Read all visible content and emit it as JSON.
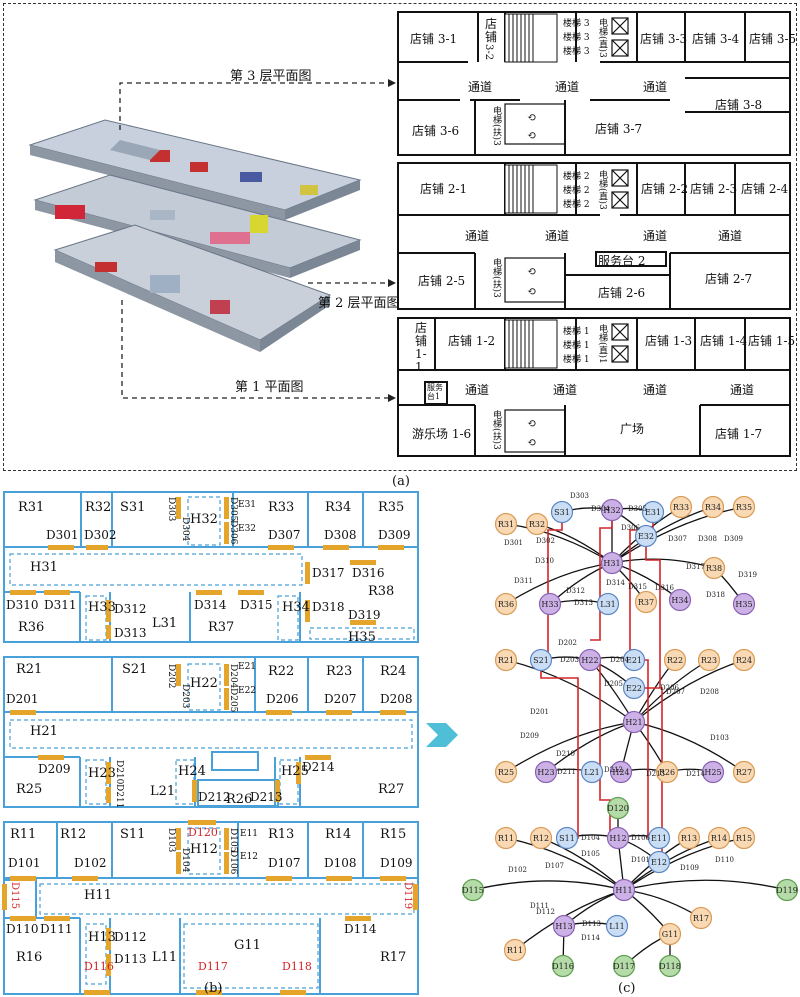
{
  "panel_a": {
    "caption": "(a)",
    "floor3_label": "第 3 层平面图",
    "floor2_label": "第 2 层平面图",
    "floor1_label": "第 1 平面图",
    "floor3": {
      "shops": [
        "店铺 3-1",
        "店铺 3-3",
        "店铺 3-4",
        "店铺 3-5",
        "店铺 3-6",
        "店铺 3-7",
        "店铺 3-8"
      ],
      "shop32": [
        "店",
        "铺",
        "3-2"
      ],
      "corridor": "通道",
      "stair": "楼梯 3",
      "elevator": "电梯(直)3",
      "escalator": "电梯(扶)3"
    },
    "floor2": {
      "shops": [
        "店铺 2-1",
        "店铺 2-2",
        "店铺 2-3",
        "店铺 2-4",
        "店铺 2-5",
        "店铺 2-6",
        "店铺 2-7"
      ],
      "corridor": "通道",
      "stair": "楼梯 2",
      "elevator": "电梯(直)3",
      "escalator": "电梯(扶)3",
      "service": "服务台 2"
    },
    "floor1": {
      "shop11": "店铺 1-1",
      "shops": [
        "店铺 1-2",
        "店铺 1-3",
        "店铺 1-4",
        "店铺 1-5",
        "店铺 1-7"
      ],
      "playground": "游乐场 1-6",
      "plaza": "广场",
      "corridor": "通道",
      "stair": "楼梯 1",
      "elevator": "电梯(直)1",
      "escalator": "电梯(扶)3",
      "service": "服务台1"
    }
  },
  "panel_b": {
    "caption": "(b)",
    "floor3": [
      "R31",
      "R32",
      "S31",
      "H32",
      "E31",
      "E32",
      "R33",
      "R34",
      "R35",
      "D301",
      "D302",
      "D303",
      "D304",
      "D305",
      "D306",
      "D307",
      "D308",
      "D309",
      "H31",
      "D310",
      "D311",
      "H33",
      "D312",
      "D313",
      "L31",
      "R36",
      "D314",
      "D315",
      "R37",
      "H34",
      "D317",
      "D316",
      "D318",
      "R38",
      "D319",
      "H35"
    ],
    "floor2": [
      "R21",
      "S21",
      "D202",
      "D203",
      "H22",
      "E21",
      "E22",
      "D204",
      "D205",
      "R22",
      "R23",
      "R24",
      "D201",
      "D206",
      "D207",
      "D208",
      "H21",
      "D209",
      "R25",
      "H23",
      "D210",
      "D211",
      "L21",
      "H24",
      "D212",
      "R26",
      "D213",
      "H25",
      "D214",
      "R27"
    ],
    "floor1": [
      "R11",
      "R12",
      "S11",
      "D103",
      "D104",
      "D120",
      "H12",
      "D105",
      "D106",
      "E11",
      "E12",
      "R13",
      "R14",
      "R15",
      "D101",
      "D102",
      "D107",
      "D108",
      "D109",
      "D115",
      "H11",
      "D119",
      "D110",
      "D111",
      "H13",
      "D112",
      "D113",
      "L11",
      "D116",
      "G11",
      "D117",
      "D118",
      "D114",
      "R16",
      "R17"
    ]
  },
  "panel_c": {
    "caption": "(c)",
    "nodes_room": [
      "R31",
      "R32",
      "R33",
      "R34",
      "R35",
      "R36",
      "R37",
      "R38",
      "R21",
      "R22",
      "R23",
      "R24",
      "R25",
      "R26",
      "R27",
      "R11",
      "R12",
      "R13",
      "R14",
      "R15",
      "R16",
      "R17",
      "G11"
    ],
    "nodes_hall": [
      "H31",
      "H32",
      "H33",
      "H34",
      "H35",
      "H21",
      "H22",
      "H23",
      "H24",
      "H25",
      "H11",
      "H12",
      "H13"
    ],
    "nodes_vertical": [
      "S31",
      "E31",
      "E32",
      "L31",
      "S21",
      "E21",
      "E22",
      "L21",
      "S11",
      "E11",
      "E12",
      "L11"
    ],
    "nodes_exit": [
      "D120",
      "D115",
      "D119",
      "D116",
      "D117",
      "D118"
    ],
    "edge_labels": [
      "D303",
      "D304",
      "D305",
      "D306",
      "D301",
      "D302",
      "D307",
      "D308",
      "D309",
      "D310",
      "D311",
      "D312",
      "D313",
      "D314",
      "D315",
      "D317",
      "D318",
      "D319",
      "D316",
      "D202",
      "D203",
      "D204",
      "D205",
      "D201",
      "D206",
      "D207",
      "D208",
      "D209",
      "D210",
      "D211",
      "D212",
      "D213",
      "D214",
      "D103",
      "D104",
      "D105",
      "D106",
      "D101",
      "D102",
      "D107",
      "D109",
      "D110",
      "D111",
      "D112",
      "D113",
      "D114"
    ]
  },
  "colors": {
    "room": "#f9d9b3",
    "room_stroke": "#d99a55",
    "hall": "#ccb1e6",
    "hall_stroke": "#8a62b3",
    "vertical": "#c9ddf4",
    "vertical_stroke": "#5b86c4",
    "exit": "#b5dba8",
    "exit_stroke": "#5d9e4f",
    "blue_wall": "#4aa0d8",
    "door": "#e4a52a",
    "red_route": "#d3252a",
    "arrow": "#4ebfd6"
  }
}
